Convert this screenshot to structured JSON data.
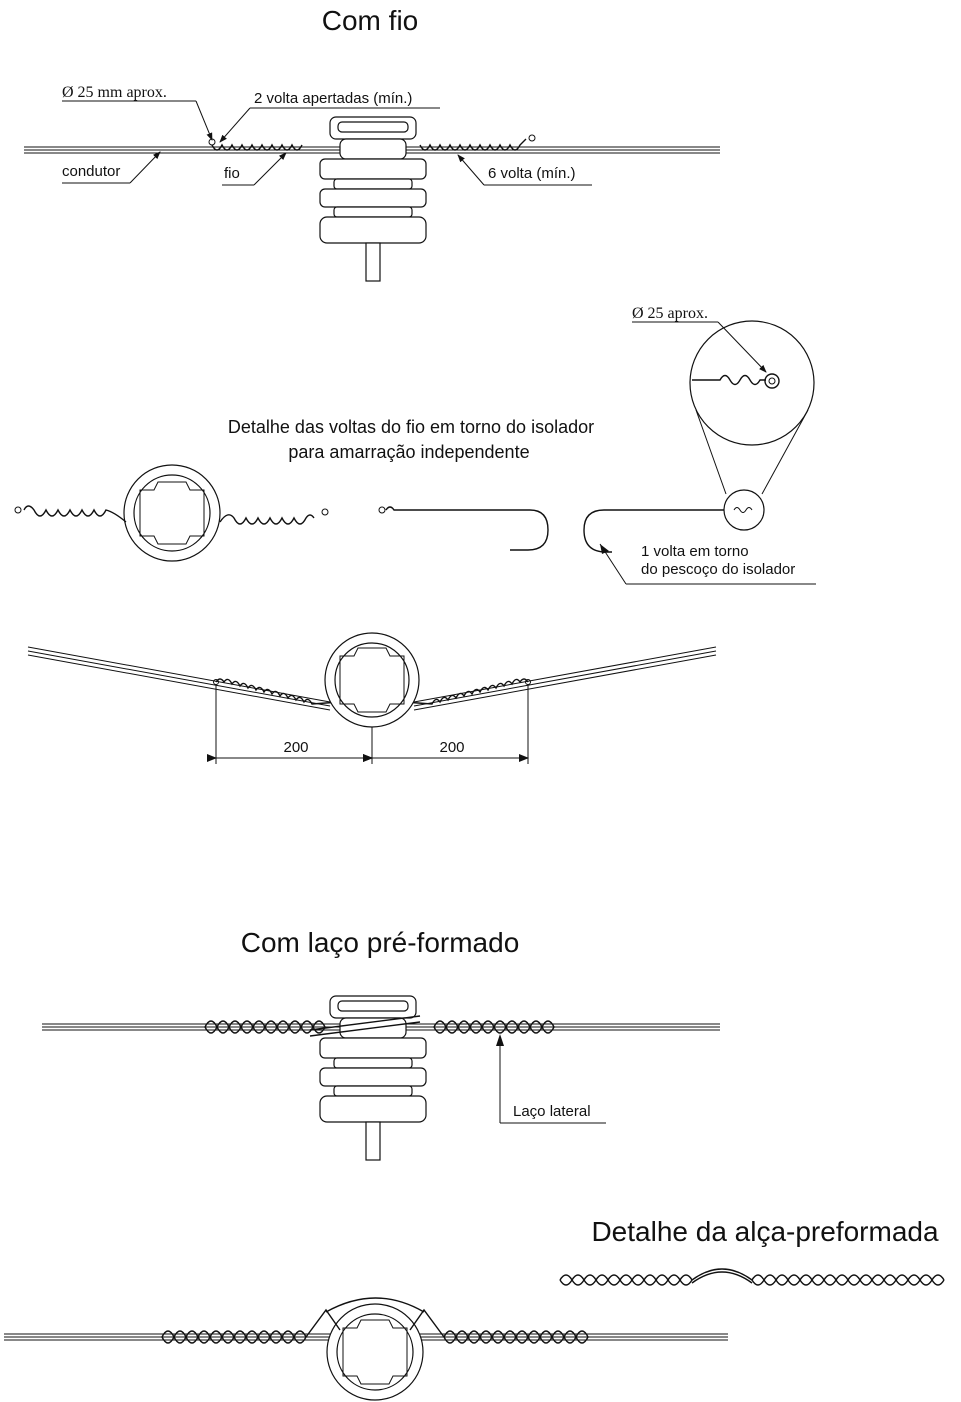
{
  "section1": {
    "title": "Com fio",
    "label_diameter": "Ø 25 mm aprox.",
    "label_two_turns": "2 volta apertadas (mín.)",
    "label_conductor": "condutor",
    "label_wire": "fio",
    "label_six_turns": "6 volta (mín.)"
  },
  "detail1": {
    "title_line1": "Detalhe das voltas do fio em torno do isolador",
    "title_line2": "para amarração independente",
    "label_diameter": "Ø 25 aprox.",
    "label_turn_line1": "1 volta em torno",
    "label_turn_line2": "do pescoço do isolador"
  },
  "dimension": {
    "left_value": "200",
    "right_value": "200"
  },
  "section2": {
    "title": "Com laço pré-formado",
    "label_side_loop": "Laço lateral"
  },
  "detail2": {
    "title": "Detalhe da alça-preformada"
  }
}
